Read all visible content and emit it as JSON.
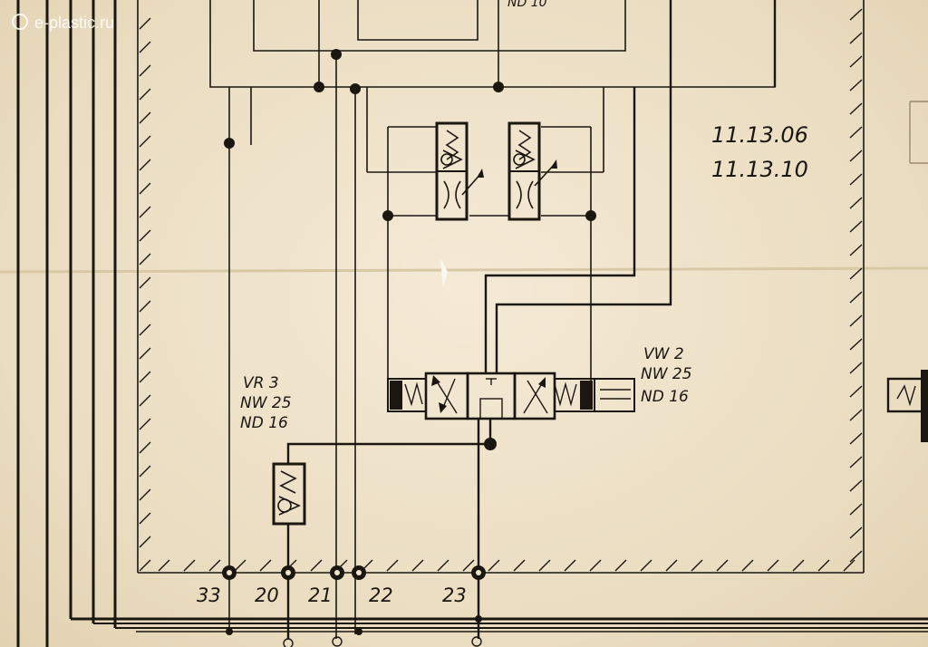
{
  "watermark": "e-plastic.ru",
  "drawing_numbers": [
    "11.13.06",
    "11.13.10"
  ],
  "top_fragment": "ND 10",
  "valve_vr3": {
    "name": "VR 3",
    "nw": "NW 25",
    "nd": "ND 16"
  },
  "valve_vw2": {
    "name": "VW 2",
    "nw": "NW 25",
    "nd": "ND 16"
  },
  "ports": [
    "33",
    "20",
    "21",
    "22",
    "23"
  ],
  "colors": {
    "paper": "#efe4cc",
    "ink": "#1b1610"
  }
}
